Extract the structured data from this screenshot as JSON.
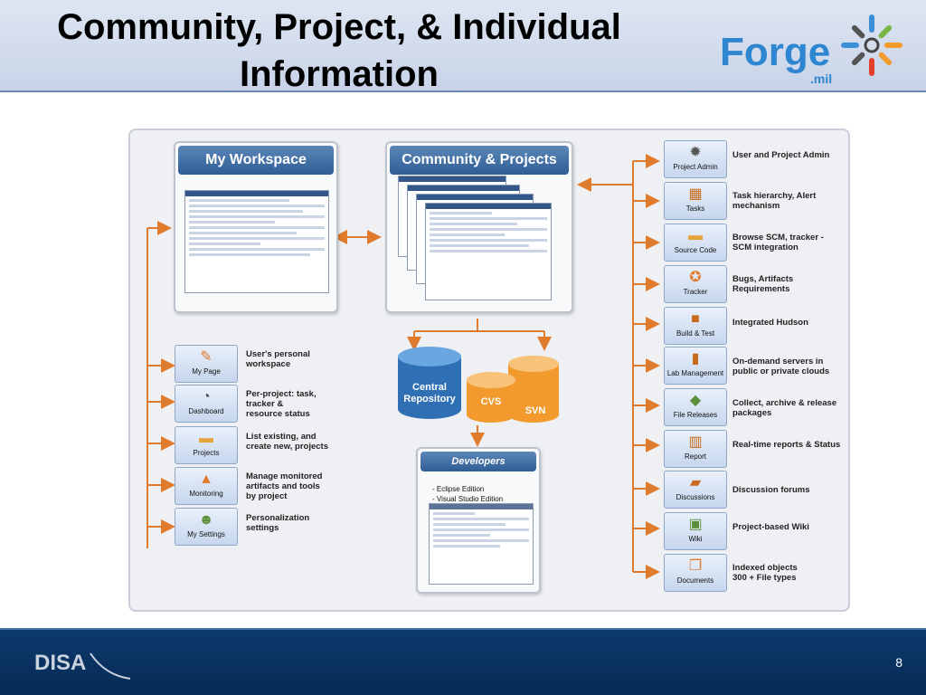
{
  "slide": {
    "title_line1": "Community, Project, & Individual",
    "title_line2": "Information",
    "logo_text": "Forge",
    "logo_sub": ".mil",
    "footer_logo": "DISA",
    "page_number": "8"
  },
  "panels": {
    "workspace": "My Workspace",
    "community": "Community & Projects",
    "developers": "Developers"
  },
  "repository": {
    "central": "Central Repository",
    "cvs": "CVS",
    "svn": "SVN"
  },
  "developer_items": [
    "- Eclipse Edition",
    "- Visual Studio Edition"
  ],
  "left_tiles": [
    {
      "label": "My Page",
      "icon": "page-edit-icon",
      "desc": "User's personal workspace"
    },
    {
      "label": "Dashboard",
      "icon": "gauge-icon",
      "desc": "Per-project: task, tracker & resource status"
    },
    {
      "label": "Projects",
      "icon": "folder-icon",
      "desc": "List existing, and create new, projects"
    },
    {
      "label": "Monitoring",
      "icon": "bell-icon",
      "desc": "Manage monitored artifacts and tools by project"
    },
    {
      "label": "My Settings",
      "icon": "user-settings-icon",
      "desc": "Personalization settings"
    }
  ],
  "right_tiles": [
    {
      "label": "Project Admin",
      "icon": "gear-icon",
      "desc": "User and Project Admin"
    },
    {
      "label": "Tasks",
      "icon": "task-blocks-icon",
      "desc": "Task hierarchy, Alert mechanism"
    },
    {
      "label": "Source Code",
      "icon": "source-folder-icon",
      "desc": "Browse SCM, tracker - SCM integration"
    },
    {
      "label": "Tracker",
      "icon": "tracker-icon",
      "desc": "Bugs, Artifacts Requirements"
    },
    {
      "label": "Build & Test",
      "icon": "build-box-icon",
      "desc": "Integrated Hudson"
    },
    {
      "label": "Lab Management",
      "icon": "server-icon",
      "desc": "On-demand servers in public or private clouds"
    },
    {
      "label": "File Releases",
      "icon": "package-icon",
      "desc": "Collect, archive & release packages"
    },
    {
      "label": "Report",
      "icon": "report-chart-icon",
      "desc": "Real-time reports & Status"
    },
    {
      "label": "Discussions",
      "icon": "discussion-icon",
      "desc": "Discussion forums"
    },
    {
      "label": "Wiki",
      "icon": "wiki-icon",
      "desc": "Project-based Wiki"
    },
    {
      "label": "Documents",
      "icon": "documents-icon",
      "desc": "Indexed objects 300 + File types"
    }
  ],
  "colors": {
    "header_bg": "#c7d3e8",
    "panel_head": "#2f5e95",
    "arrow": "#e07a2c",
    "cylinder_blue": "#3b7fc4",
    "cylinder_orange": "#f29a2e",
    "footer_bg": "#0d3a6e",
    "logo_blue": "#2e86d0"
  }
}
